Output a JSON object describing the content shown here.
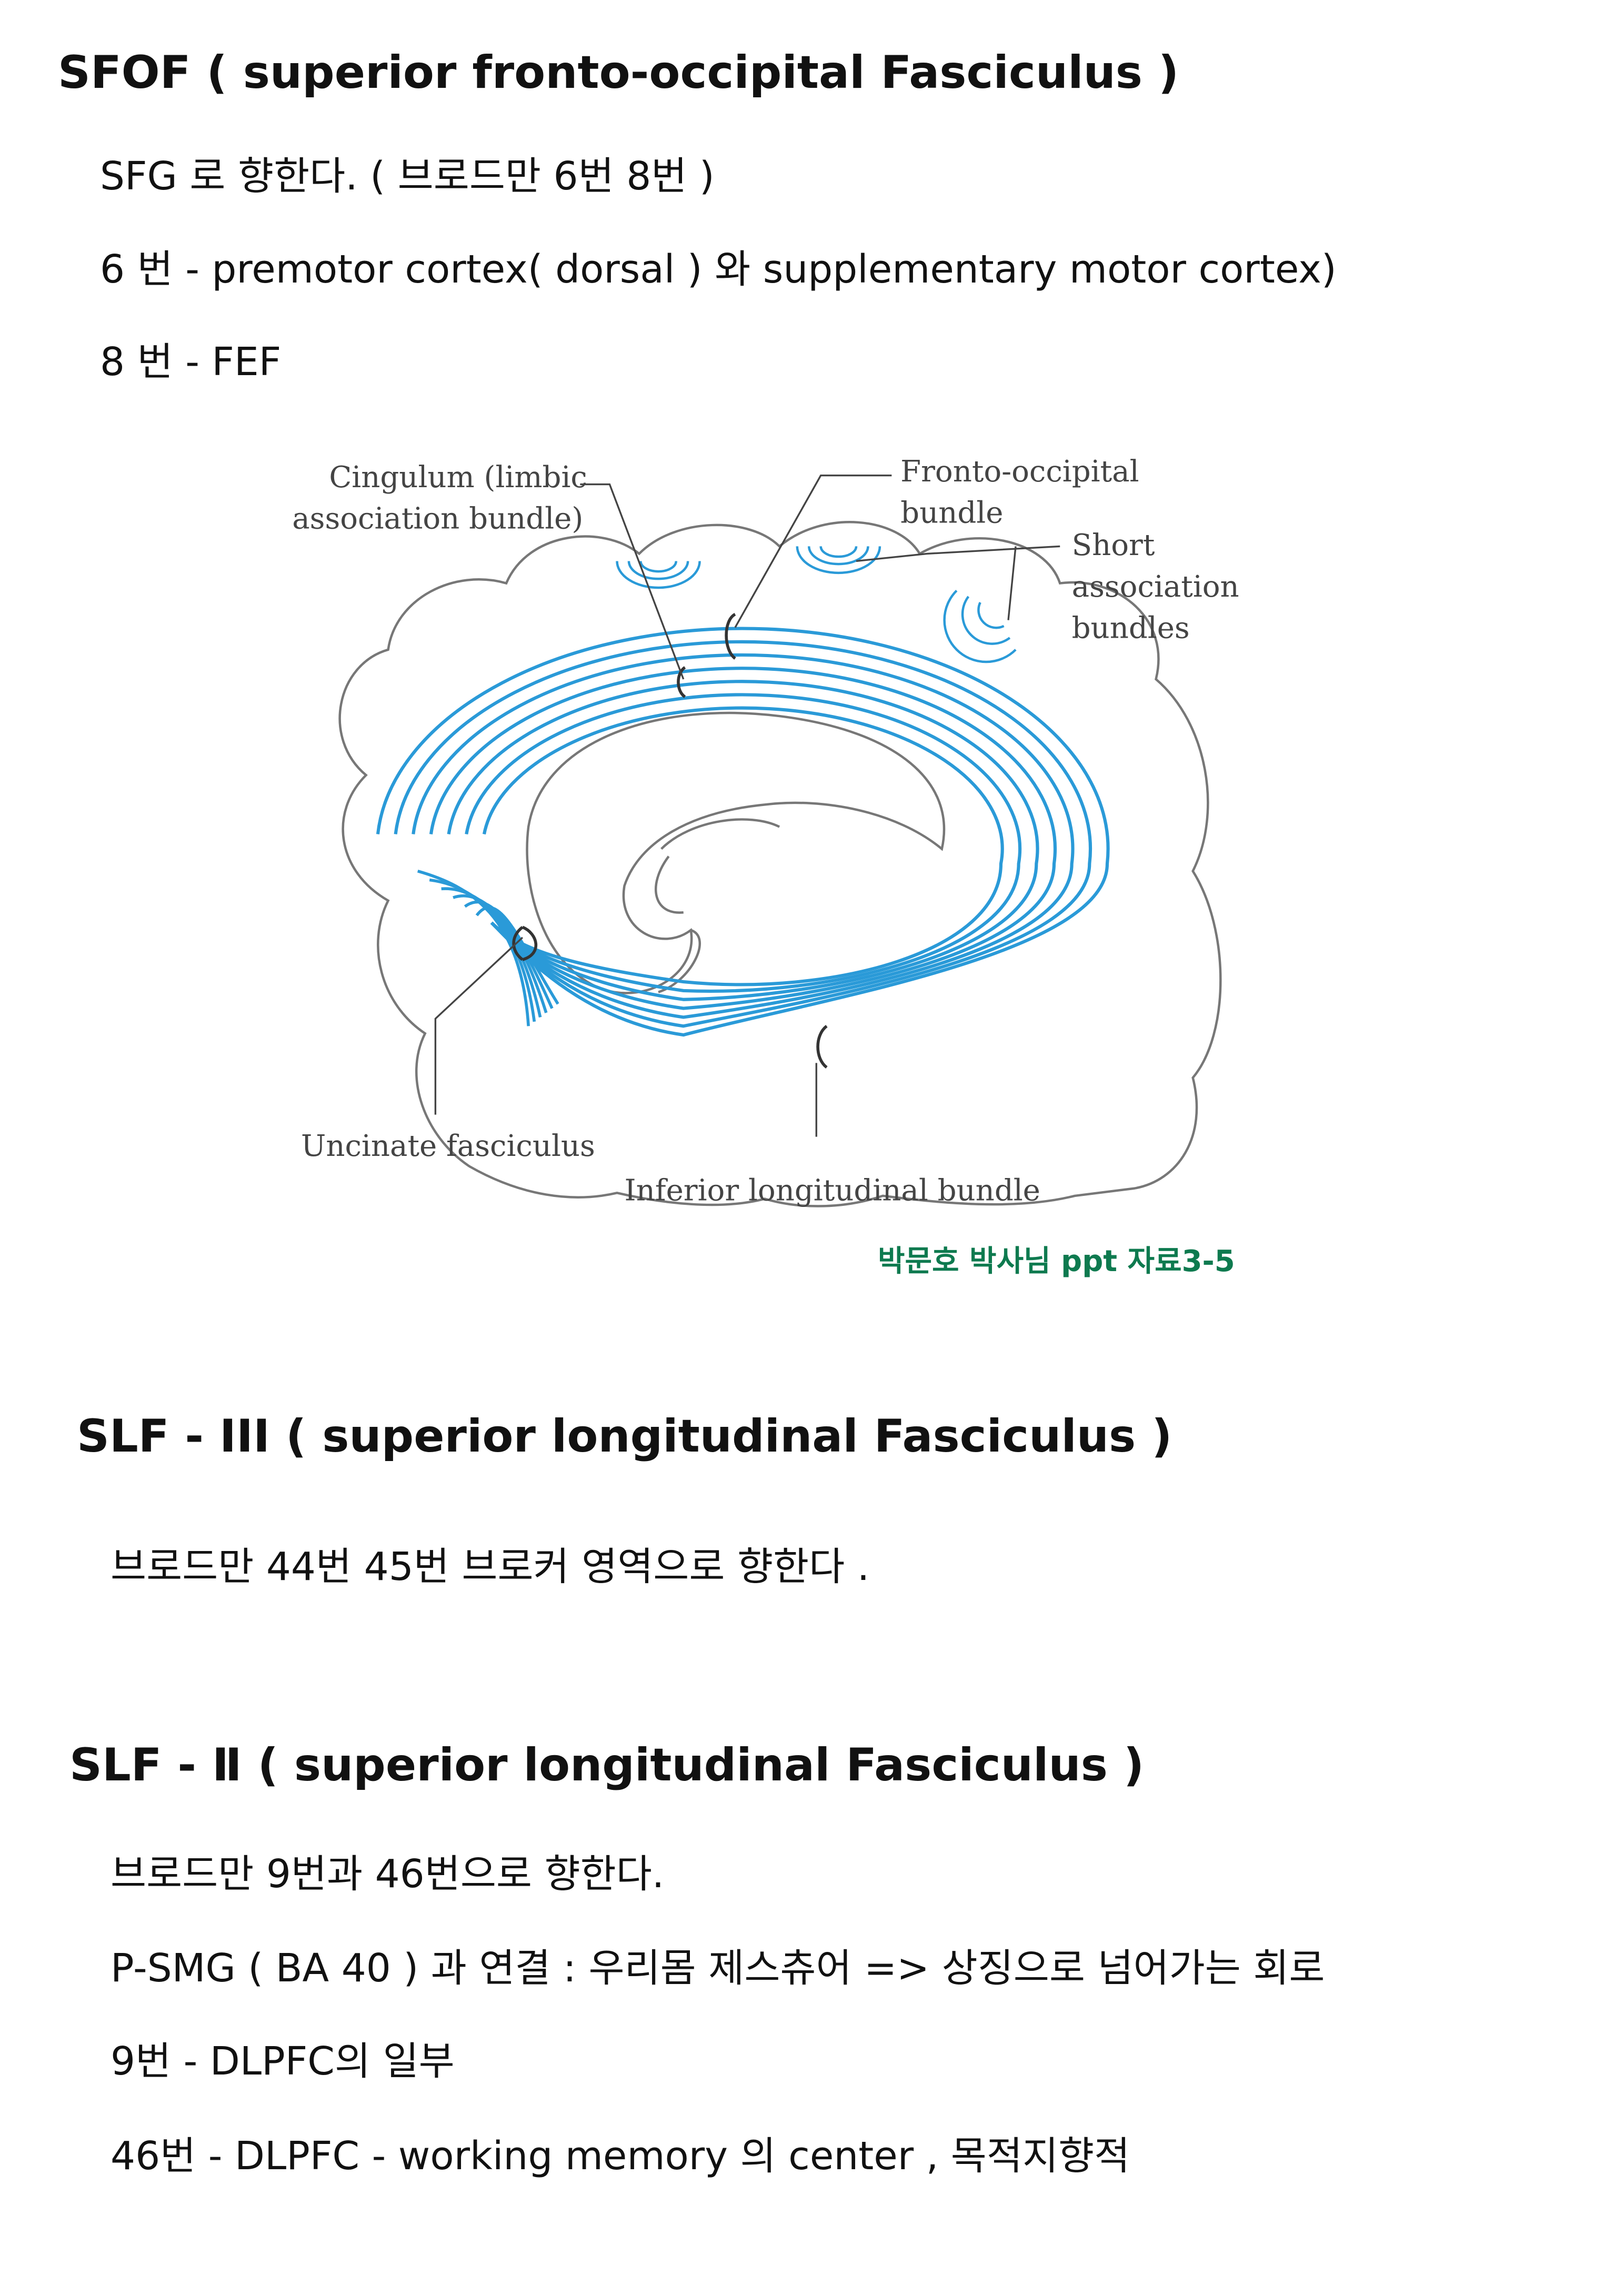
{
  "sfof": {
    "heading": "SFOF ( superior fronto-occipital Fasciculus )",
    "lines": [
      "SFG  로 향한다.  ( 브로드만 6번 8번 )",
      "6 번 - premotor cortex( dorsal )  와 supplementary motor cortex)",
      "8 번 - FEF"
    ]
  },
  "diagram": {
    "labels": {
      "cingulum_1": "Cingulum (limbic",
      "cingulum_2": "association bundle)",
      "fronto_1": "Fronto-occipital",
      "fronto_2": "bundle",
      "short_1": "Short",
      "short_2": "association",
      "short_3": "bundles",
      "uncinate": "Uncinate fasciculus",
      "inferior": "Inferior longitudinal bundle"
    },
    "caption": "박문호 박사님 ppt 자료3-5",
    "colors": {
      "fiber": "#2a9ad8",
      "outline": "#777777",
      "caption": "#0e7a4f"
    }
  },
  "slf3": {
    "heading": "SLF -  III ( superior longitudinal Fasciculus )",
    "lines": [
      "브로드만 44번 45번 브로커 영역으로 향한다 ."
    ]
  },
  "slf2": {
    "heading": "SLF - Ⅱ ( superior longitudinal Fasciculus )",
    "lines": [
      "브로드만 9번과 46번으로 향한다.",
      "P-SMG ( BA 40 ) 과 연결 : 우리몸 제스츄어 => 상징으로 넘어가는 회로",
      "9번 - DLPFC의 일부",
      "46번   -   DLPFC - working memory 의 center , 목적지향적"
    ]
  }
}
